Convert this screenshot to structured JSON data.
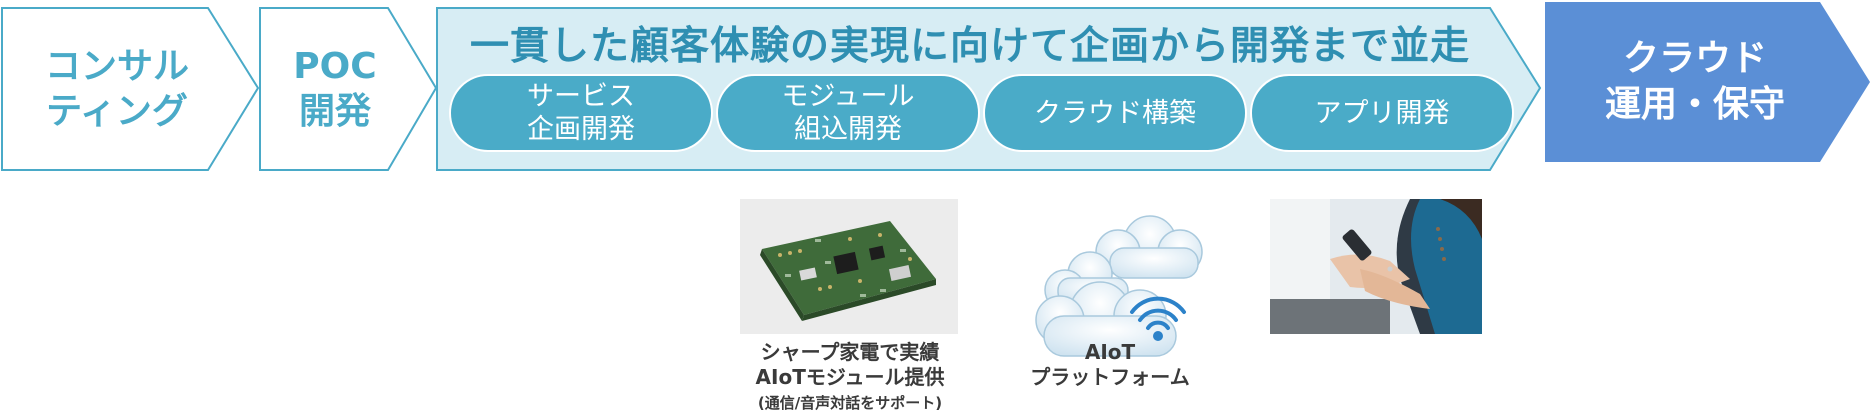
{
  "steps": {
    "consulting": "コンサル\nティング",
    "poc": "POC\n開発",
    "main_title": "一貫した顧客体験の実現に向けて企画から開発まで並走",
    "final": "クラウド\n運用・保守"
  },
  "pills": [
    {
      "label": "サービス\n企画開発"
    },
    {
      "label": "モジュール\n組込開発"
    },
    {
      "label": "クラウド構築"
    },
    {
      "label": "アプリ開発"
    }
  ],
  "products": {
    "module": {
      "caption_line1": "シャープ家電で実績",
      "caption_line2": "AIoTモジュール提供",
      "caption_note": "(通信/音声対話をサポート)",
      "icon": "circuit-board-photo"
    },
    "platform": {
      "caption": "AIoT\nプラットフォーム",
      "icon": "cloud-wifi-icon"
    },
    "app": {
      "icon": "smartphone-photo"
    }
  },
  "colors": {
    "outline_chevron": "#4aaac8",
    "main_band_fill": "#d7edf4",
    "pill_fill": "#4aabc8",
    "final_fill": "#5b8fd6"
  }
}
